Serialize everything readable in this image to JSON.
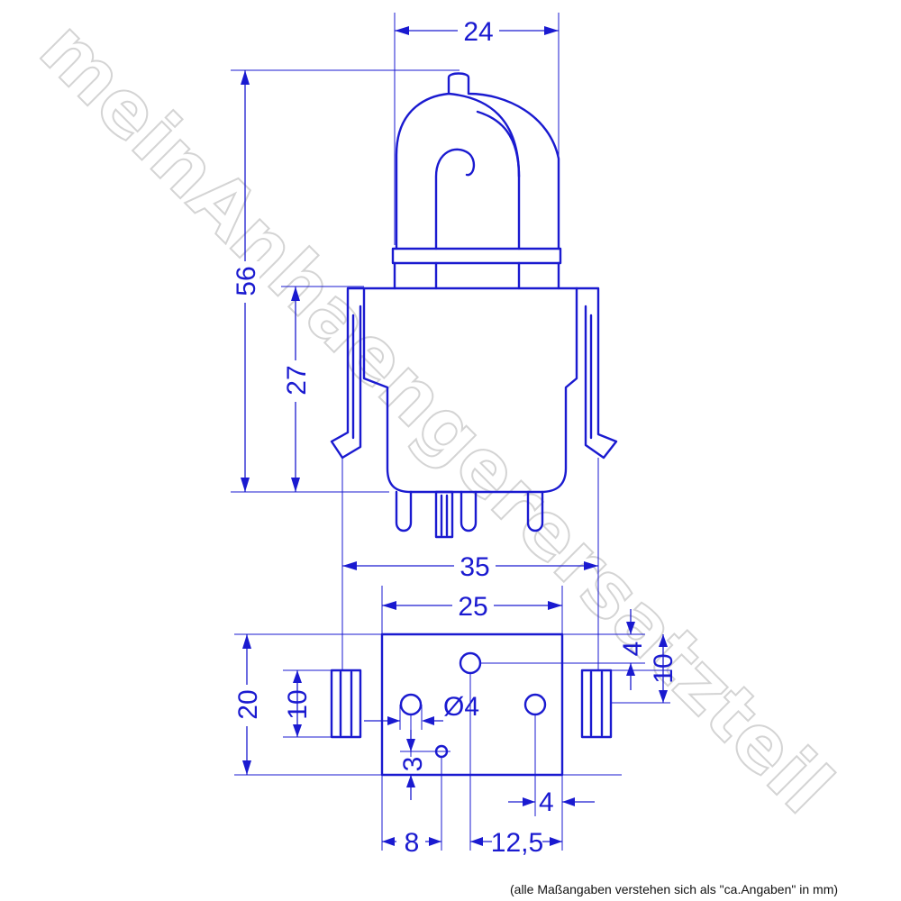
{
  "watermark": "meinAnhaengerersatzteil",
  "dimensions": {
    "width_top": "24",
    "height_total": "56",
    "height_body": "27",
    "width_clips": "35",
    "width_plate": "25",
    "height_plate": "20",
    "height_clip": "10",
    "offset_top_hole": "4",
    "height_clip_right": "10",
    "hole_diameter": "Ø4",
    "offset_small_hole": "3",
    "offset_right": "4",
    "distance_left": "8",
    "distance_right": "12,5"
  },
  "footnote": "(alle Maßangaben verstehen sich als \"ca.Angaben\" in mm)",
  "colors": {
    "drawing": "#1a1ad0",
    "watermark": "#d4d4d4",
    "background": "#ffffff"
  }
}
